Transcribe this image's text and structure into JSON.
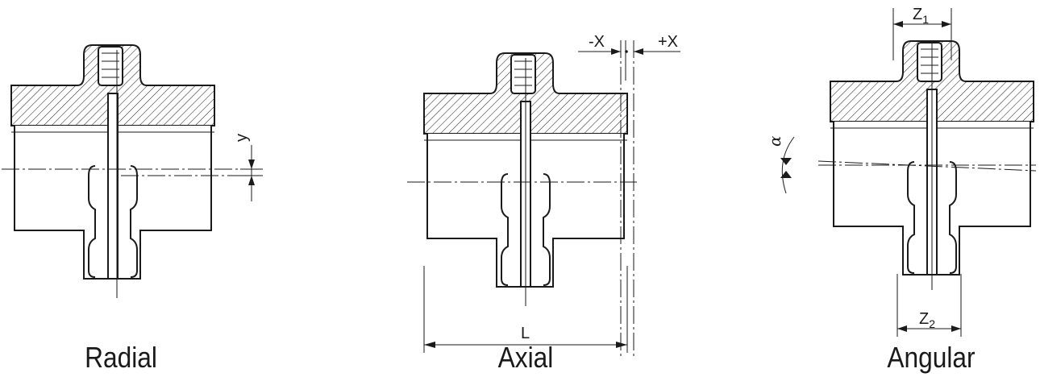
{
  "captions": {
    "radial": "Radial",
    "axial": "Axial",
    "angular": "Angular"
  },
  "dimensions": {
    "radial_offset": "y",
    "axial_minus": "-X",
    "axial_plus": "+X",
    "length": "L",
    "angle": "α",
    "z1_letter": "Z",
    "z1_sub": "1",
    "z2_letter": "Z",
    "z2_sub": "2"
  }
}
